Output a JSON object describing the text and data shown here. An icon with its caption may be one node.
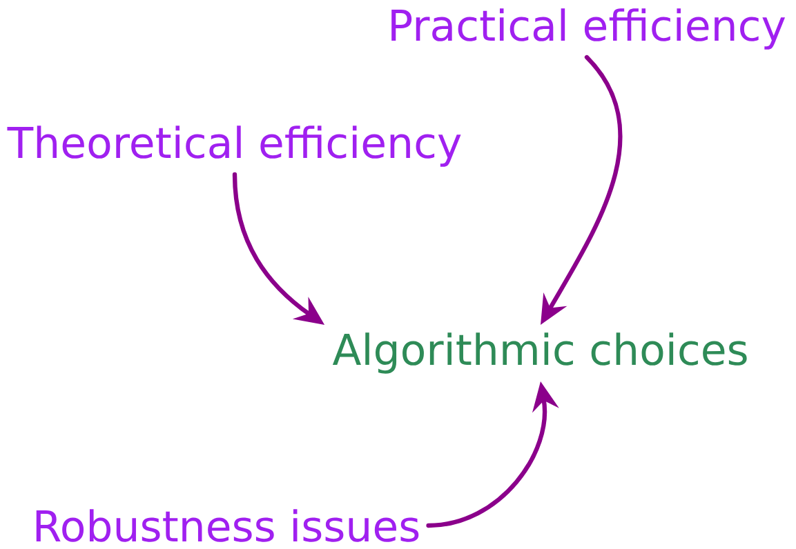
{
  "diagram": {
    "nodes": [
      {
        "text": [
          "Practical efficiency"
        ]
      },
      {
        "text": [
          "Theoretical efficiency"
        ]
      },
      {
        "text": [
          "Algorithmic choices"
        ]
      },
      {
        "text": [
          "Robustness issues"
        ]
      }
    ],
    "edges": [
      {
        "from": 0,
        "to": 2,
        "arrow": "to",
        "color": "#8b008b"
      },
      {
        "from": 1,
        "to": 2,
        "arrow": "to",
        "color": "#8b008b"
      },
      {
        "from": 3,
        "to": 2,
        "arrow": "to",
        "color": "#8b008b"
      }
    ]
  }
}
